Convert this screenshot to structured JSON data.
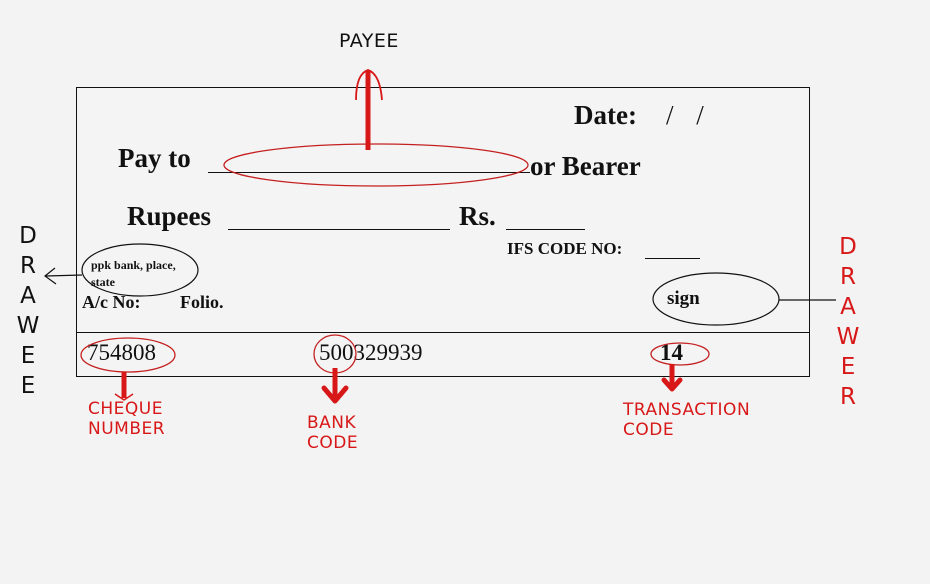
{
  "annotation_colors": {
    "accent": "#d81818",
    "ink": "#111111",
    "background": "#f3f3f3"
  },
  "cheque": {
    "date_label": "Date:",
    "date_value": "/ /",
    "pay_to_label": "Pay to",
    "or_bearer_label": "or Bearer",
    "rupees_label": "Rupees",
    "rs_label": "Rs.",
    "ifs_label": "IFS CODE NO:",
    "bank_info": "ppk bank, place, state",
    "bank_info_line1": "ppk bank, place,",
    "bank_info_line2": "state",
    "ac_no_label": "A/c No:",
    "folio_label": "Folio.",
    "sign_label": "sign",
    "micr": {
      "cheque_number": "754808",
      "bank_code": "500329939",
      "transaction_code": "14"
    }
  },
  "annotations": {
    "payee": "PAYEE",
    "drawee": [
      "D",
      "R",
      "A",
      "W",
      "E",
      "E"
    ],
    "drawer": [
      "D",
      "R",
      "A",
      "W",
      "E",
      "R"
    ],
    "cheque_number": [
      "CHEQUE",
      "NUMBER"
    ],
    "bank_code": [
      "BANK",
      "CODE"
    ],
    "transaction_code": [
      "TRANSACTION",
      "CODE"
    ]
  }
}
